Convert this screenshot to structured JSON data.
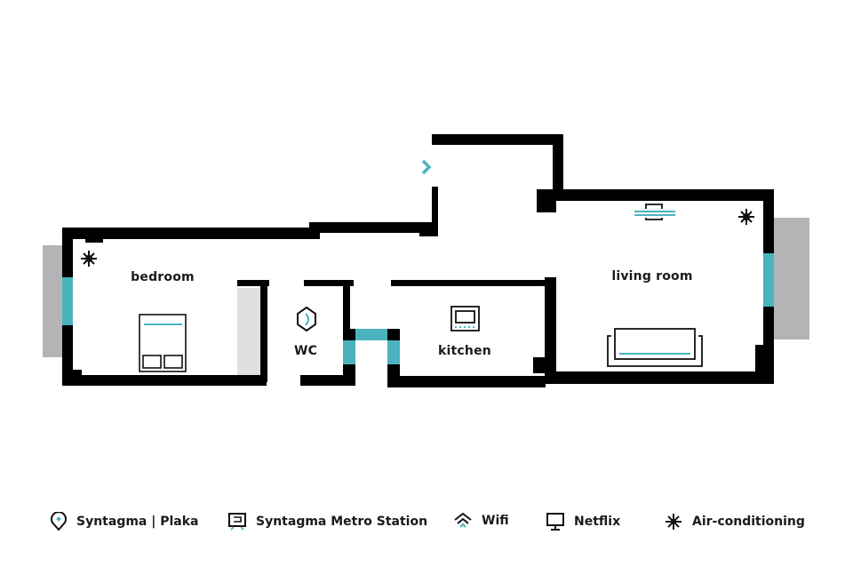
{
  "colors": {
    "wall": "#000000",
    "window": "#4bb3be",
    "balcony": "#b4b4b6",
    "closet": "#e0e0e0",
    "accent": "#4bb3be",
    "text": "#1a1a1a"
  },
  "rooms": {
    "bedroom": "bedroom",
    "wc": "WC",
    "kitchen": "kitchen",
    "living_room": "living room"
  },
  "legend": [
    {
      "icon": "location-pin-icon",
      "label": "Syntagma | Plaka"
    },
    {
      "icon": "metro-train-icon",
      "label": "Syntagma Metro Station"
    },
    {
      "icon": "wifi-icon",
      "label": "Wifi"
    },
    {
      "icon": "tv-monitor-icon",
      "label": "Netflix"
    },
    {
      "icon": "snowflake-ac-icon",
      "label": "Air-conditioning"
    }
  ]
}
